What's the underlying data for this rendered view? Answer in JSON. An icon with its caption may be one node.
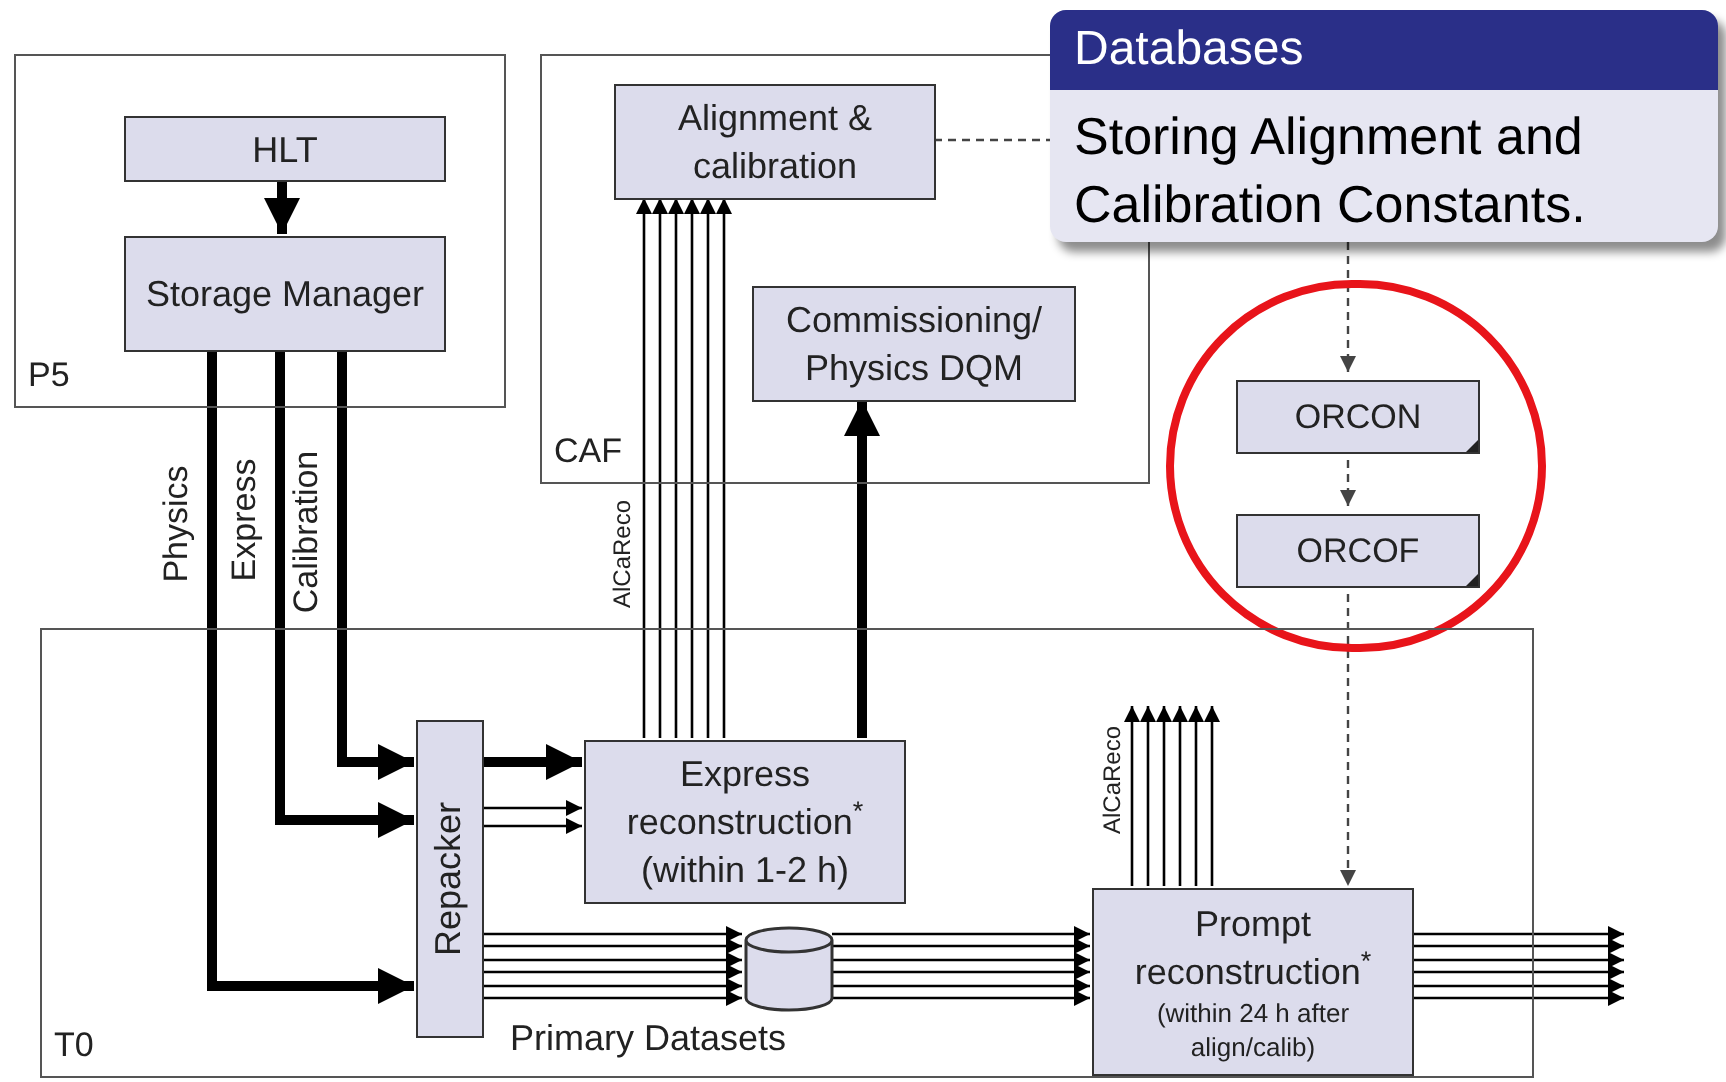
{
  "diagram": {
    "nodes": [
      {
        "text": [
          "P5"
        ]
      },
      {
        "text": [
          "HLT"
        ],
        "in": 0
      },
      {
        "text": [
          "Storage Manager"
        ],
        "in": 0
      },
      {
        "text": [
          "CAF"
        ]
      },
      {
        "text": [
          "Alignment & calibration"
        ],
        "in": 3
      },
      {
        "text": [
          "Commissioning/ Physics DQM"
        ],
        "in": 3
      },
      {
        "text": [
          "Databases",
          "Storing Alignment and Calibration Constants."
        ]
      },
      {
        "text": [],
        "shape": "circle"
      },
      {
        "text": [
          "ORCON"
        ],
        "in": 7
      },
      {
        "text": [
          "ORCOF"
        ],
        "in": 7
      },
      {
        "text": [
          "T0"
        ]
      },
      {
        "text": [
          "Repacker"
        ],
        "in": 10
      },
      {
        "text": [
          "Express reconstruction$^{*}$",
          "(within 1-2 h)"
        ],
        "in": 10
      },
      {
        "text": [],
        "shape": "cylinder",
        "in": 10,
        "beside": [
          "Primary Datasets"
        ]
      },
      {
        "text": [
          "Prompt reconstruction$^{*}$",
          "(within 24 h after align/calib)"
        ],
        "in": 10
      }
    ],
    "edges": [
      {
        "from": 1,
        "to": 2,
        "arrow": "to",
        "style": "thick"
      },
      {
        "from": 2,
        "to": 11,
        "arrow": "to",
        "style": "thick",
        "label": "Physics"
      },
      {
        "from": 2,
        "to": 11,
        "arrow": "to",
        "style": "thick",
        "label": "Express"
      },
      {
        "from": 2,
        "to": 11,
        "arrow": "to",
        "style": "thick",
        "label": "Calibration"
      },
      {
        "from": 11,
        "to": 12,
        "arrow": "to",
        "style": "thick"
      },
      {
        "from": 11,
        "to": 12,
        "arrow": "to"
      },
      {
        "from": 11,
        "to": 12,
        "arrow": "to"
      },
      {
        "from": 12,
        "to": 4,
        "arrow": "to",
        "label": "AlCaReco"
      },
      {
        "from": 12,
        "to": 4,
        "arrow": "to"
      },
      {
        "from": 12,
        "to": 4,
        "arrow": "to"
      },
      {
        "from": 12,
        "to": 4,
        "arrow": "to"
      },
      {
        "from": 12,
        "to": 4,
        "arrow": "to"
      },
      {
        "from": 12,
        "to": 4,
        "arrow": "to"
      },
      {
        "from": 12,
        "to": 5,
        "arrow": "to",
        "style": "thick"
      },
      {
        "from": 11,
        "to": 13,
        "arrow": "to"
      },
      {
        "from": 11,
        "to": 13,
        "arrow": "to"
      },
      {
        "from": 11,
        "to": 13,
        "arrow": "to"
      },
      {
        "from": 11,
        "to": 13,
        "arrow": "to"
      },
      {
        "from": 11,
        "to": 13,
        "arrow": "to"
      },
      {
        "from": 11,
        "to": 13,
        "arrow": "to"
      },
      {
        "from": 13,
        "to": 14,
        "arrow": "to"
      },
      {
        "from": 13,
        "to": 14,
        "arrow": "to"
      },
      {
        "from": 13,
        "to": 14,
        "arrow": "to"
      },
      {
        "from": 13,
        "to": 14,
        "arrow": "to"
      },
      {
        "from": 13,
        "to": 14,
        "arrow": "to"
      },
      {
        "from": 13,
        "to": 14,
        "arrow": "to"
      },
      {
        "from": 14,
        "to": null,
        "arrow": "to"
      },
      {
        "from": 14,
        "to": null,
        "arrow": "to"
      },
      {
        "from": 14,
        "to": null,
        "arrow": "to"
      },
      {
        "from": 14,
        "to": null,
        "arrow": "to"
      },
      {
        "from": 14,
        "to": null,
        "arrow": "to"
      },
      {
        "from": 14,
        "to": null,
        "arrow": "to"
      },
      {
        "from": 14,
        "to": null,
        "arrow": "to",
        "label": "AlCaReco"
      },
      {
        "from": 14,
        "to": null,
        "arrow": "to"
      },
      {
        "from": 14,
        "to": null,
        "arrow": "to"
      },
      {
        "from": 14,
        "to": null,
        "arrow": "to"
      },
      {
        "from": 14,
        "to": null,
        "arrow": "to"
      },
      {
        "from": 14,
        "to": null,
        "arrow": "to"
      },
      {
        "from": 4,
        "to": 6,
        "arrow": "none",
        "style": "dashed"
      },
      {
        "from": 6,
        "to": 8,
        "arrow": "to",
        "style": "dashed"
      },
      {
        "from": 8,
        "to": 9,
        "arrow": "to",
        "style": "dashed"
      },
      {
        "from": 9,
        "to": 14,
        "arrow": "to",
        "style": "dashed"
      }
    ]
  }
}
